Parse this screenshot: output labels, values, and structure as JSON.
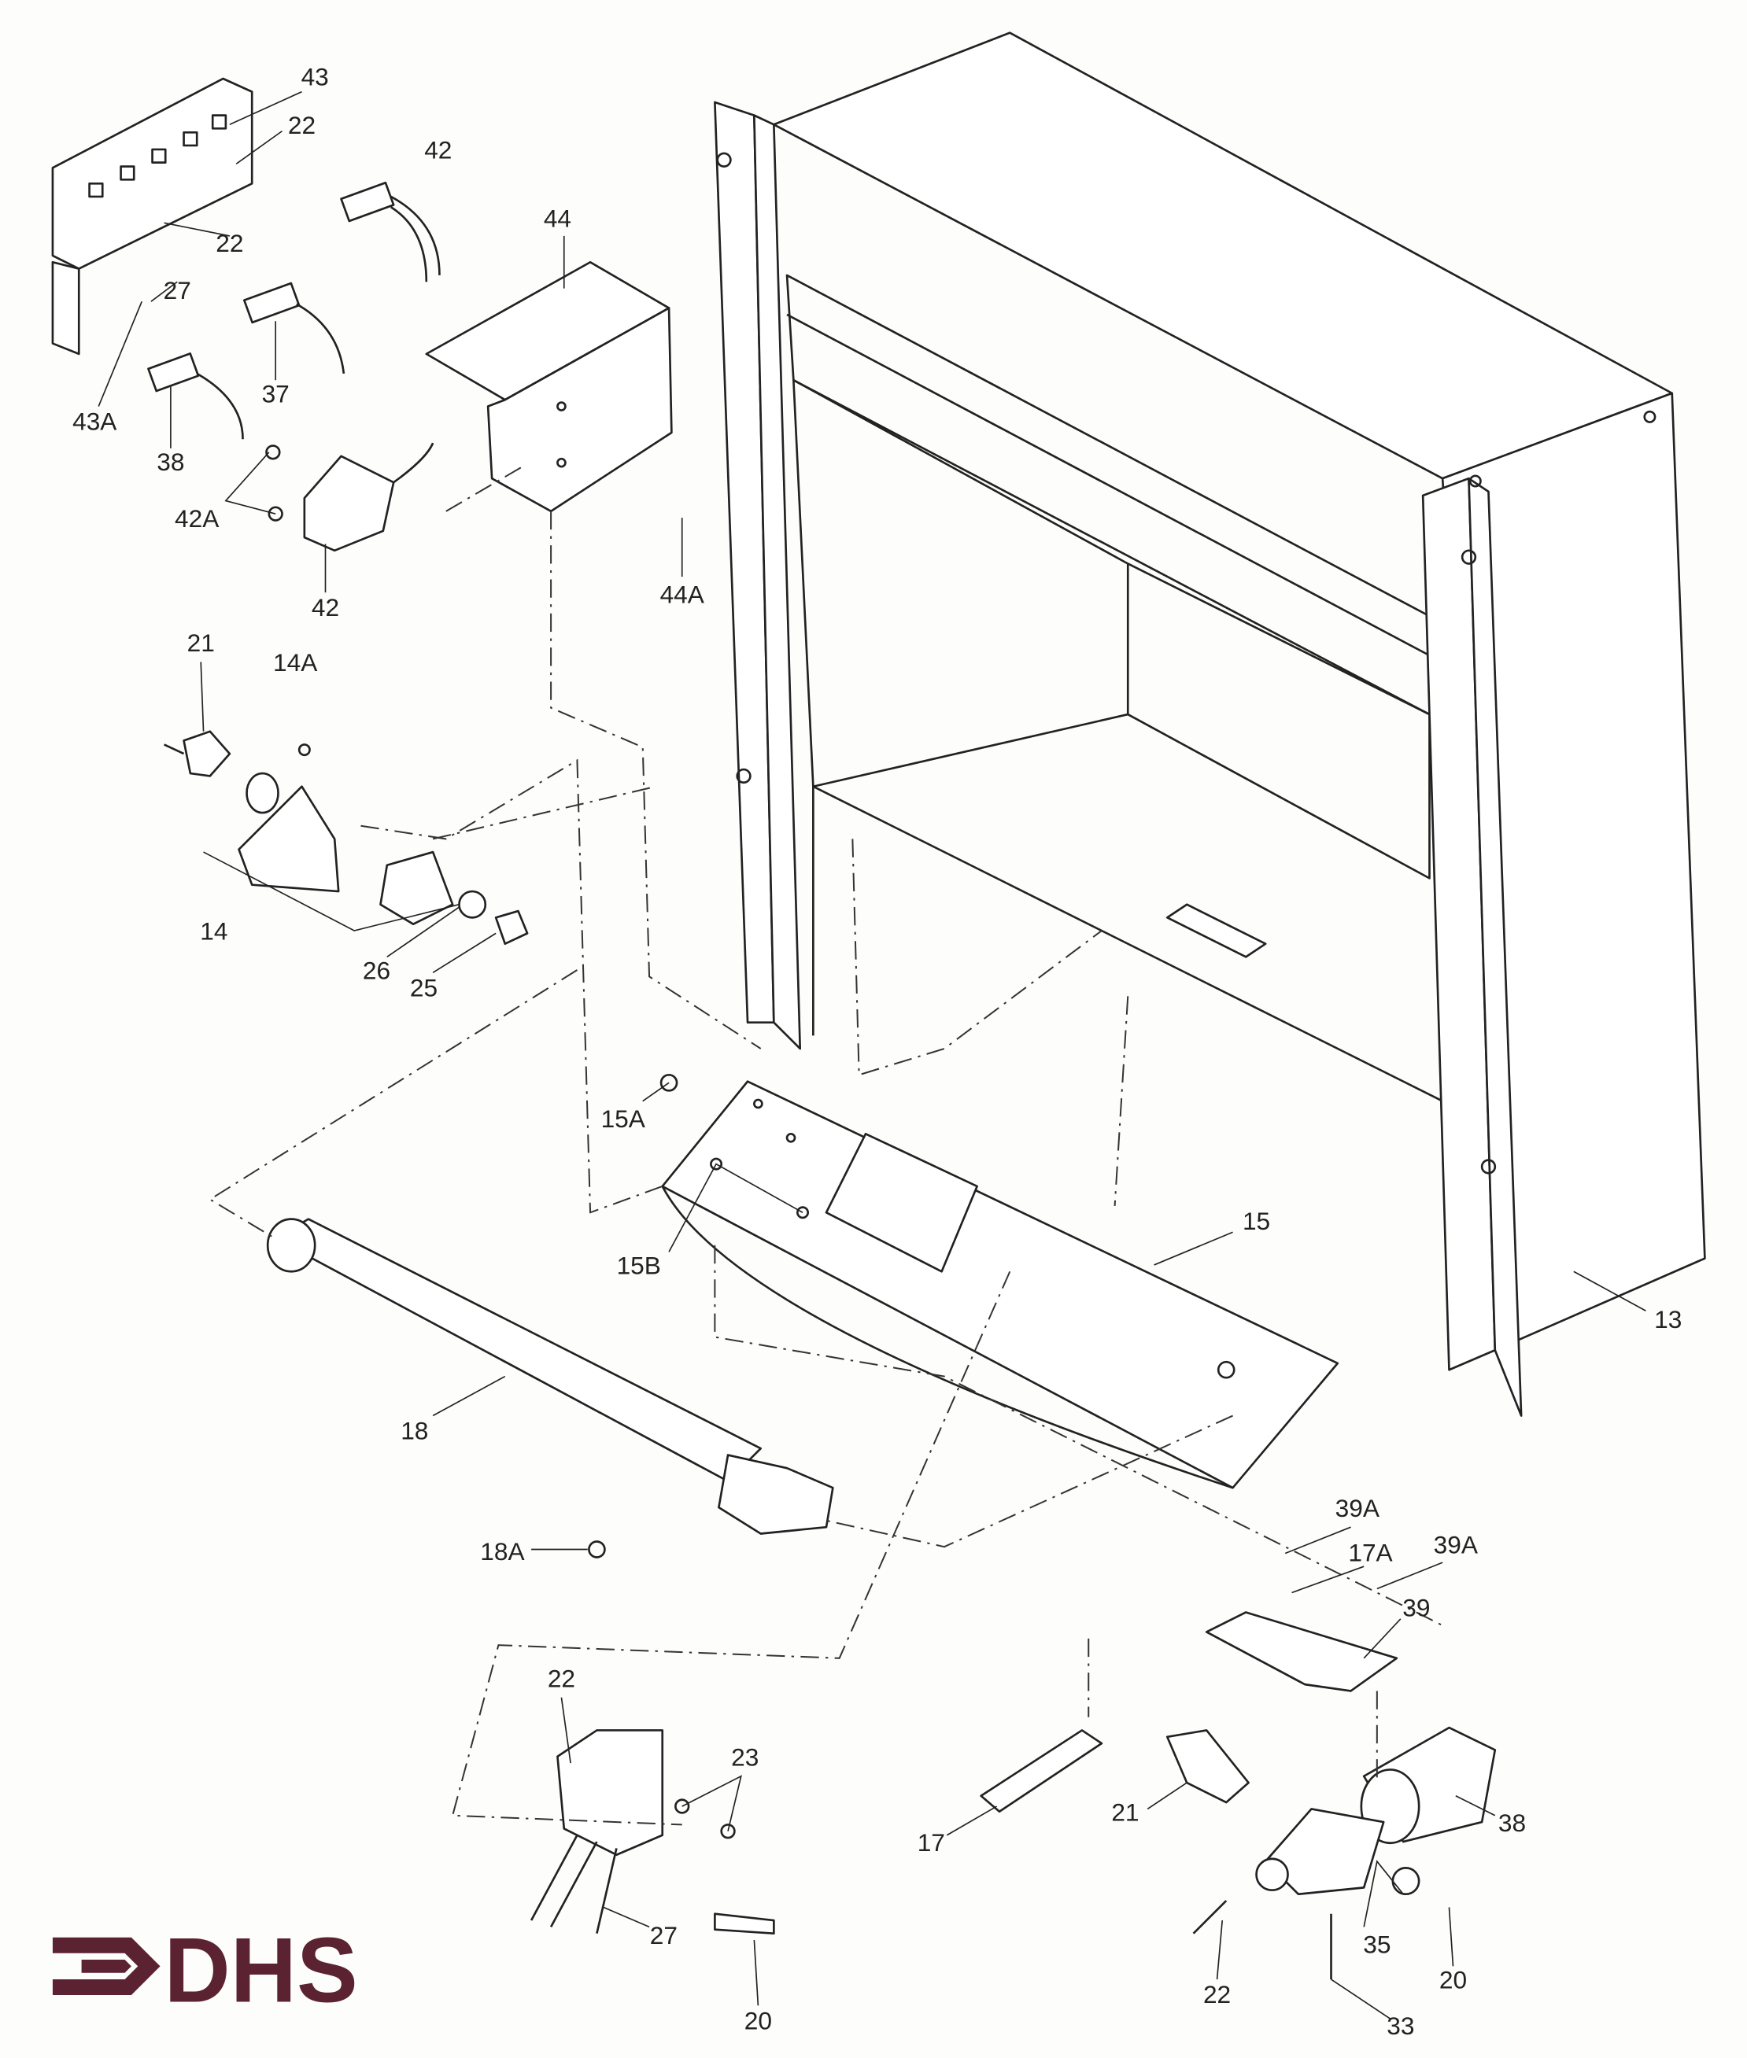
{
  "title": "Fireplace insert exploded parts diagram",
  "brand": {
    "logo_text": "DHS",
    "color": "#5b2232"
  },
  "labels": [
    "43",
    "22",
    "42",
    "44",
    "22",
    "27",
    "37",
    "43A",
    "38",
    "42A",
    "42",
    "44A",
    "21",
    "14A",
    "14",
    "26",
    "25",
    "15A",
    "15B",
    "15",
    "13",
    "18",
    "18A",
    "39A",
    "17A",
    "39A",
    "39",
    "22",
    "23",
    "21",
    "38",
    "17",
    "27",
    "35",
    "20",
    "22",
    "20",
    "33"
  ]
}
